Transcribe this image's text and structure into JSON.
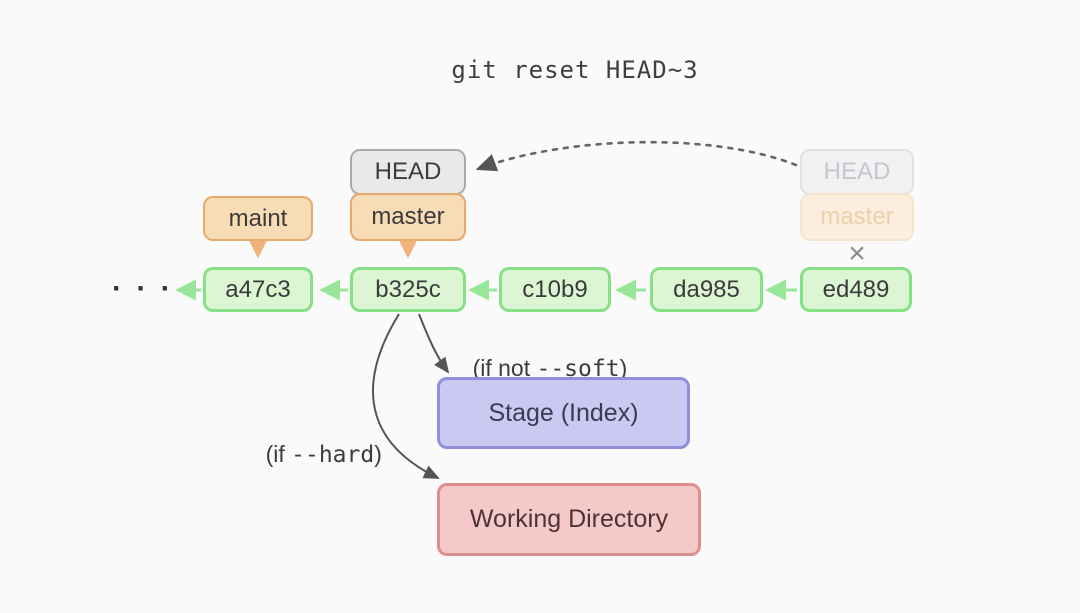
{
  "title": "git reset HEAD~3",
  "diagram": {
    "ellipsis": "· · ·",
    "deleted_mark": "×",
    "pointers": {
      "head_label": "HEAD",
      "master_label": "master",
      "maint_label": "maint"
    },
    "old_pointers": {
      "head_label": "HEAD",
      "master_label": "master"
    },
    "commits": [
      {
        "id": "a47c3"
      },
      {
        "id": "b325c"
      },
      {
        "id": "c10b9"
      },
      {
        "id": "da985"
      },
      {
        "id": "ed489"
      }
    ],
    "annotations": {
      "not_soft": {
        "prefix": "(if not ",
        "code": "--soft",
        "suffix": ")"
      },
      "hard": {
        "prefix": "(if ",
        "code": "--hard",
        "suffix": ")"
      }
    },
    "areas": {
      "stage": "Stage (Index)",
      "working_directory": "Working Directory"
    },
    "colors": {
      "commit_fill": "#dcf5d3",
      "commit_border": "#86e086",
      "branch_fill": "#f8dcb6",
      "branch_border": "#e7aa6e",
      "head_fill": "#e9e9ec",
      "head_border": "#aaaaaf",
      "stage_fill": "#c9c9f2",
      "stage_border": "#8f8fdc",
      "working_fill": "#f5c9c9",
      "working_border": "#dc8f8f",
      "arrow_green": "#98e698",
      "arrow_orange": "#f2b27c",
      "arrow_dark": "#555555"
    }
  }
}
